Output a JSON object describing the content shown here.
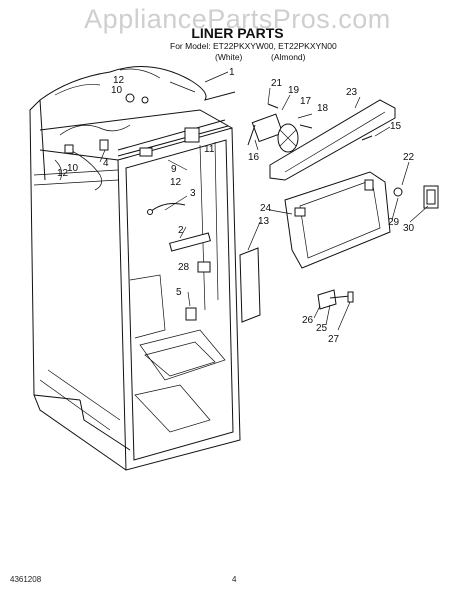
{
  "watermark": "AppliancePartsPros.com",
  "header": {
    "title": "LINER PARTS",
    "model_line": "For Model: ET22PKXYW00, ET22PKXYN00",
    "variant_white": "(White)",
    "variant_almond": "(Almond)"
  },
  "footer": {
    "doc_number": "4361208",
    "page_number": "4"
  },
  "callouts": {
    "c1": "1",
    "c2": "2",
    "c3": "3",
    "c4": "4",
    "c5": "5",
    "c9": "9",
    "c10a": "10",
    "c10b": "10",
    "c11": "11",
    "c12a": "12",
    "c12b": "12",
    "c12c": "12",
    "c13": "13",
    "c15": "15",
    "c16": "16",
    "c17": "17",
    "c18": "18",
    "c19": "19",
    "c21": "21",
    "c22": "22",
    "c23": "23",
    "c24": "24",
    "c25": "25",
    "c26": "26",
    "c27": "27",
    "c28": "28",
    "c29": "29",
    "c30": "30"
  }
}
